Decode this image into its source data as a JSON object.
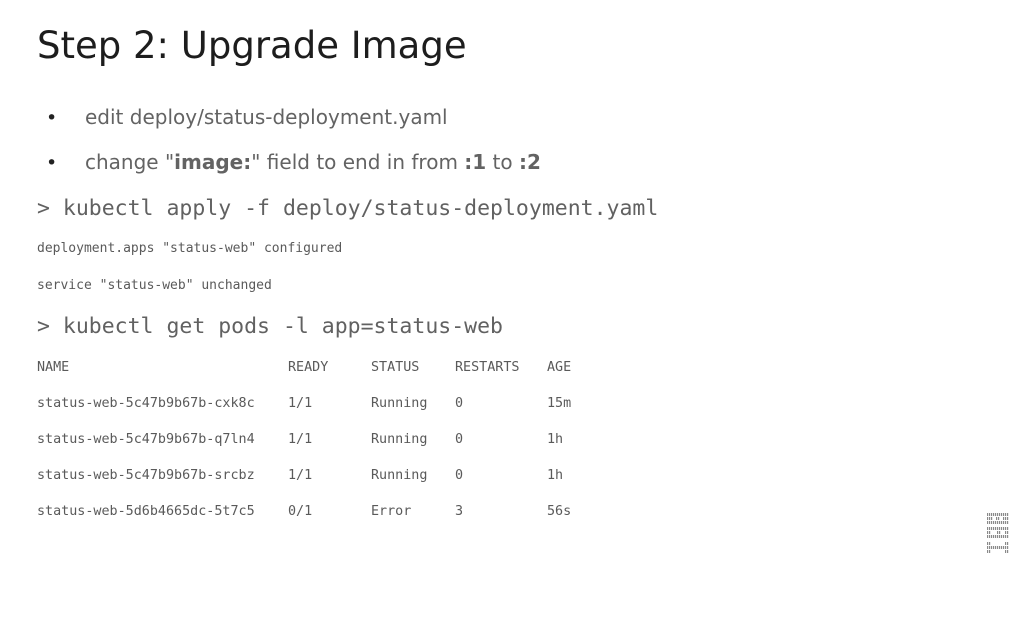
{
  "slide": {
    "title": "Step 2: Upgrade Image",
    "bullets": [
      {
        "dot": "•",
        "segments": [
          {
            "text": "edit deploy/status-deployment.yaml",
            "bold": false
          }
        ]
      },
      {
        "dot": "•",
        "segments": [
          {
            "text": "change \"",
            "bold": false
          },
          {
            "text": "image:",
            "bold": true
          },
          {
            "text": "\" ﬁeld to end in from ",
            "bold": false
          },
          {
            "text": ":1",
            "bold": true
          },
          {
            "text": " to ",
            "bold": false
          },
          {
            "text": ":2",
            "bold": true
          }
        ]
      }
    ],
    "commands": {
      "apply": "> kubectl apply -f deploy/status-deployment.yaml",
      "apply_output": [
        "deployment.apps \"status-web\" configured",
        "service \"status-web\" unchanged"
      ],
      "get_pods": "> kubectl get pods -l app=status-web"
    },
    "pods_table": {
      "headers": [
        "NAME",
        "READY",
        "STATUS",
        "RESTARTS",
        "AGE"
      ],
      "rows": [
        [
          "status-web-5c47b9b67b-cxk8c",
          "1/1",
          "Running",
          "0",
          "15m"
        ],
        [
          "status-web-5c47b9b67b-q7ln4",
          "1/1",
          "Running",
          "0",
          "1h"
        ],
        [
          "status-web-5c47b9b67b-srcbz",
          "1/1",
          "Running",
          "0",
          "1h"
        ],
        [
          "status-web-5d6b4665dc-5t7c5",
          "0/1",
          "Error",
          "3",
          "56s"
        ]
      ]
    },
    "logo": {
      "name": "ibm-logo-icon",
      "text": "IBM",
      "color": "#8a8a8a"
    }
  }
}
